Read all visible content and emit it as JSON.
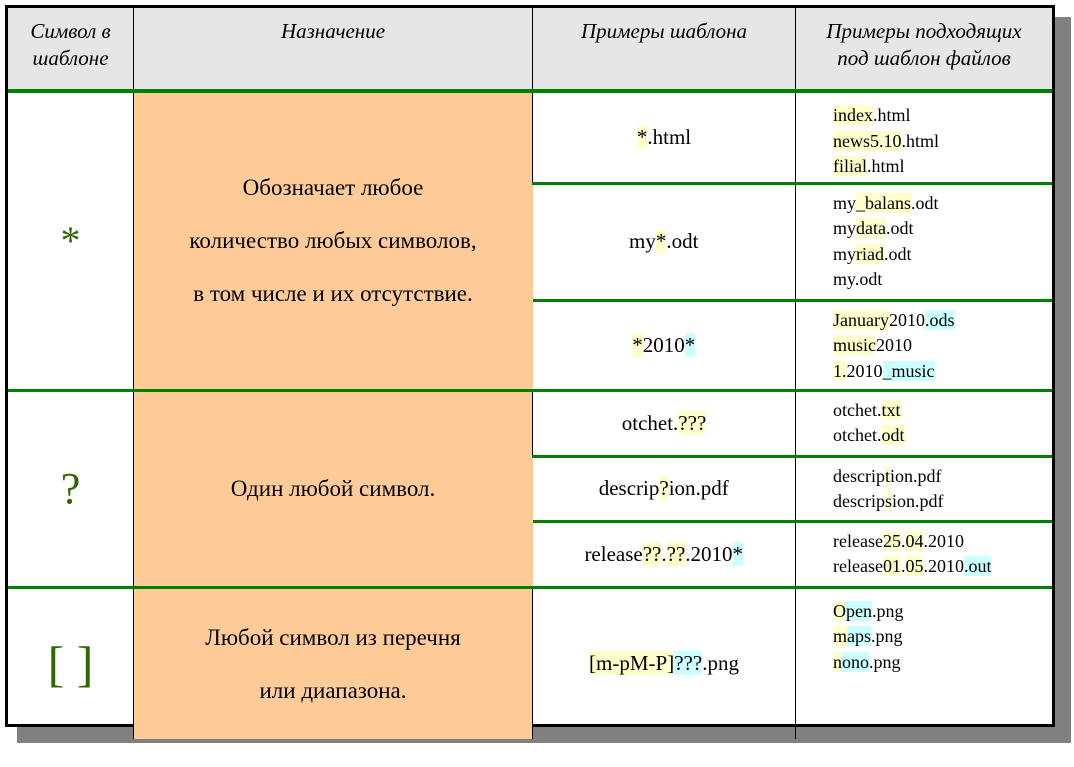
{
  "header": {
    "col_symbol": "Символ в шаблоне",
    "col_symbol_l1": "Символ в",
    "col_symbol_l2": "шаблоне",
    "col_purpose": "Назначение",
    "col_patterns": "Примеры шаблона",
    "col_files_l1": "Примеры подходящих",
    "col_files_l2": "под шаблон файлов"
  },
  "colors": {
    "symbol": "#336600",
    "description_bg": "#ffcc99",
    "header_bg": "#e6e6e6",
    "divider": "#008000",
    "highlight_yellow": "#ffffcc",
    "highlight_cyan": "#ccffff",
    "shadow": "#808080"
  },
  "rows": [
    {
      "symbol": "*",
      "description_l1": "Обозначает любое",
      "description_l2": "количество любых символов,",
      "description_l3": "в том числе и их отсутствие.",
      "examples": [
        {
          "pattern": [
            "*",
            ".html"
          ],
          "files": [
            [
              "index",
              ".html"
            ],
            [
              "news5.10",
              ".html"
            ],
            [
              "filial",
              ".html"
            ]
          ]
        },
        {
          "pattern": [
            "my",
            "*",
            ".odt"
          ],
          "files": [
            [
              "my",
              "_balans",
              ".odt"
            ],
            [
              "my",
              "data",
              ".odt"
            ],
            [
              "my",
              "riad",
              ".odt"
            ],
            [
              "my",
              ".odt"
            ]
          ]
        },
        {
          "pattern": [
            "*",
            "2010",
            "*"
          ],
          "files": [
            [
              "January",
              "2010",
              ".ods"
            ],
            [
              "music",
              "2010"
            ],
            [
              "1.",
              "2010",
              "_music"
            ]
          ]
        }
      ]
    },
    {
      "symbol": "?",
      "description": "Один любой символ.",
      "examples": [
        {
          "pattern": [
            "otchet.",
            "???"
          ],
          "files": [
            [
              "otchet.",
              "txt"
            ],
            [
              "otchet.",
              "odt"
            ]
          ]
        },
        {
          "pattern": [
            "descrip",
            "?",
            "ion.pdf"
          ],
          "files": [
            [
              "descrip",
              "t",
              "ion.pdf"
            ],
            [
              "descrip",
              "s",
              "ion.pdf"
            ]
          ]
        },
        {
          "pattern": [
            "release",
            "??",
            ".",
            "??",
            ".2010",
            "*"
          ],
          "files": [
            [
              "release",
              "25",
              ".",
              "04",
              ".2010"
            ],
            [
              "release",
              "01",
              ".",
              "05",
              ".2010",
              ".out"
            ]
          ]
        }
      ]
    },
    {
      "symbol": "[ ]",
      "description_l1": "Любой символ из перечня",
      "description_l2": "или диапазона.",
      "examples": [
        {
          "pattern": [
            "[m-pM-P]",
            "???",
            ".png"
          ],
          "files": [
            [
              "O",
              "pen",
              ".png"
            ],
            [
              "m",
              "aps",
              ".png"
            ],
            [
              "n",
              "ono",
              ".png"
            ]
          ]
        }
      ]
    }
  ]
}
